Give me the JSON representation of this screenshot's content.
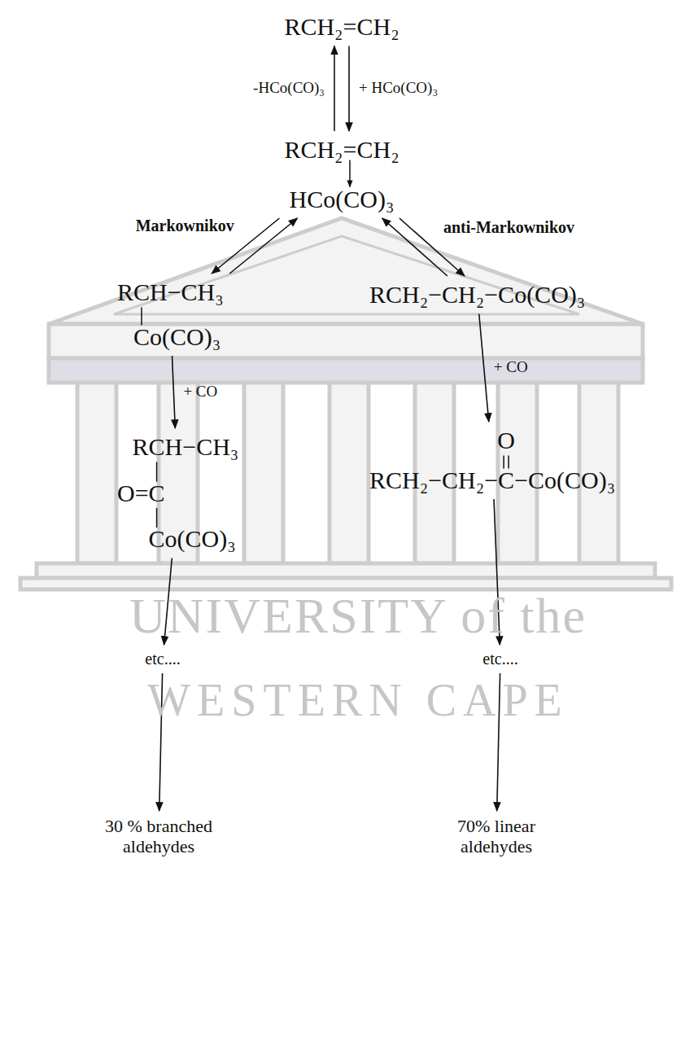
{
  "diagram": {
    "nodes": [
      {
        "text": [
          "RCH₂=CH₂"
        ]
      },
      {
        "text": [
          "RCH₂=CH₂",
          "HCo(CO)₃"
        ]
      },
      {
        "text": [
          "RCH−CH₃",
          "Co(CO)₃"
        ]
      },
      {
        "text": [
          "RCH₂−CH₂−Co(CO)₃"
        ]
      },
      {
        "text": [
          "RCH−CH₃",
          "O=C",
          "Co(CO)₃"
        ]
      },
      {
        "text": [
          "O",
          "RCH₂−CH₂−C−Co(CO)₃"
        ]
      },
      {
        "text": [
          "etc...."
        ]
      },
      {
        "text": [
          "etc...."
        ]
      },
      {
        "text": [
          "30 % branched aldehydes"
        ]
      },
      {
        "text": [
          "70% linear aldehydes"
        ]
      }
    ],
    "edges": [
      {
        "from": 1,
        "to": 0,
        "arrow": "to",
        "label": "-HCo(CO)₃"
      },
      {
        "from": 0,
        "to": 1,
        "arrow": "to",
        "label": "+ HCo(CO)₃"
      },
      {
        "from": 1,
        "to": 2,
        "arrow": "to",
        "label": "Markownikov"
      },
      {
        "from": 2,
        "to": 1,
        "arrow": "to"
      },
      {
        "from": 1,
        "to": 3,
        "arrow": "to",
        "label": "anti-Markownikov"
      },
      {
        "from": 3,
        "to": 1,
        "arrow": "to"
      },
      {
        "from": 2,
        "to": 4,
        "arrow": "to",
        "label": "+ CO"
      },
      {
        "from": 3,
        "to": 5,
        "arrow": "to",
        "label": "+ CO"
      },
      {
        "from": 4,
        "to": 6,
        "arrow": "to"
      },
      {
        "from": 5,
        "to": 7,
        "arrow": "to"
      },
      {
        "from": 6,
        "to": 8,
        "arrow": "to"
      },
      {
        "from": 7,
        "to": 9,
        "arrow": "to"
      }
    ],
    "labels": [
      "UNIVERSITY of the",
      "WESTERN CAPE"
    ]
  }
}
